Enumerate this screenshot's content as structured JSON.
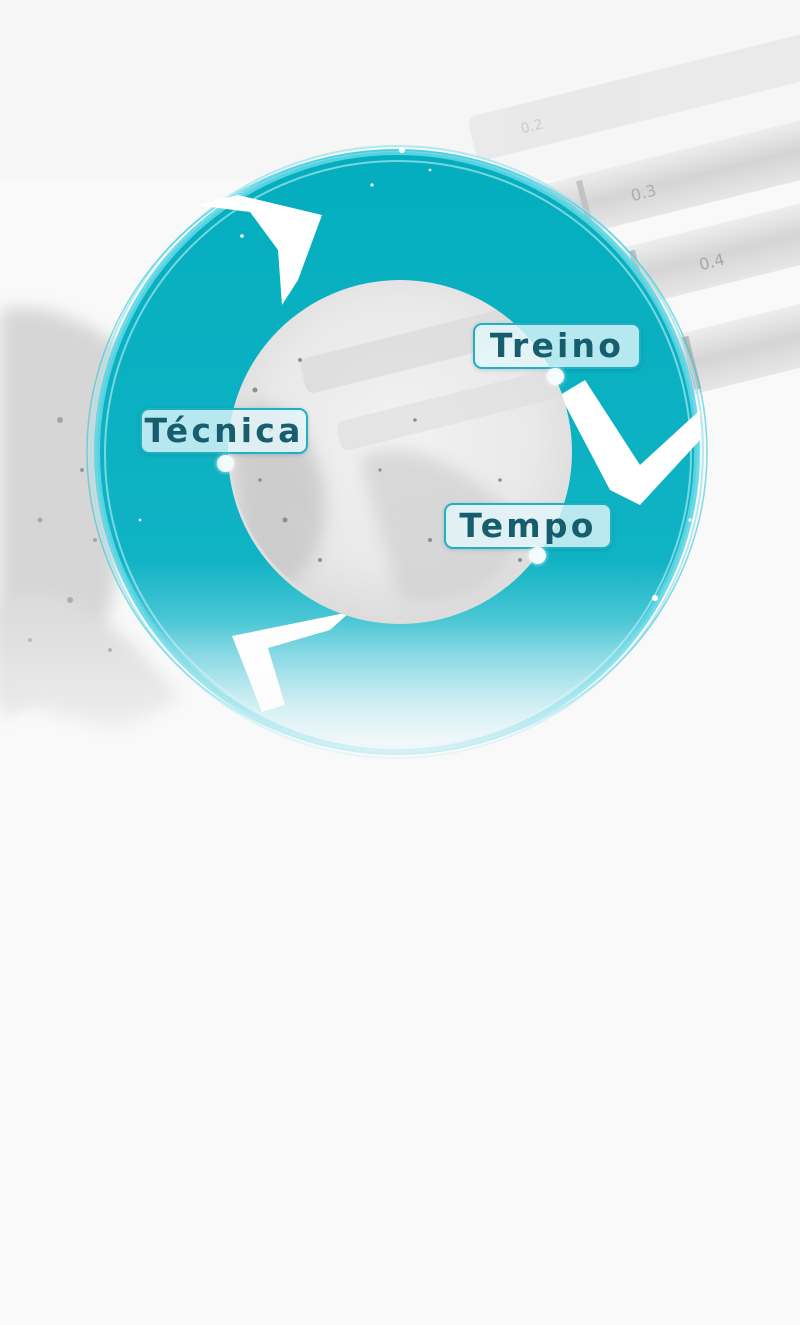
{
  "labels": {
    "treino": "Treino",
    "tecnica": "Técnica",
    "tempo": "Tempo"
  },
  "colors": {
    "teal": "#0eb1c2",
    "teal_dark": "#165d6d",
    "background": "#f9f9fa"
  }
}
